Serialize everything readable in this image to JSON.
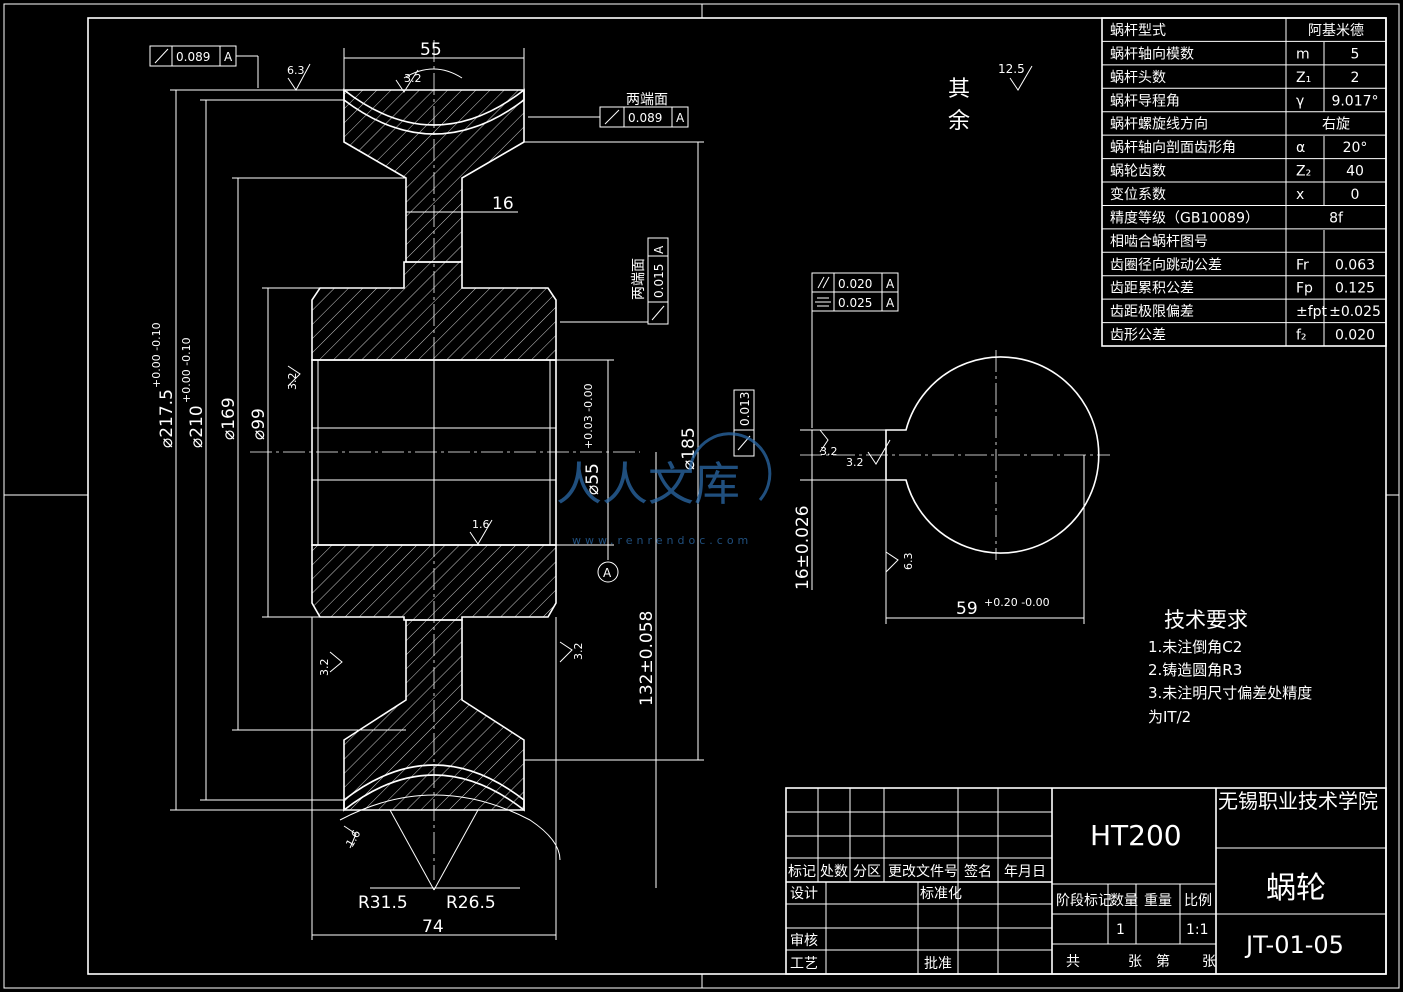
{
  "params": {
    "rows": [
      {
        "name": "蜗杆型式",
        "sym": "",
        "val": "阿基米德"
      },
      {
        "name": "蜗杆轴向模数",
        "sym": "m",
        "val": "5"
      },
      {
        "name": "蜗杆头数",
        "sym": "Z₁",
        "val": "2"
      },
      {
        "name": "蜗杆导程角",
        "sym": "γ",
        "val": "9.017°"
      },
      {
        "name": "蜗杆螺旋线方向",
        "sym": "",
        "val": "右旋"
      },
      {
        "name": "蜗杆轴向剖面齿形角",
        "sym": "α",
        "val": "20°"
      },
      {
        "name": "蜗轮齿数",
        "sym": "Z₂",
        "val": "40"
      },
      {
        "name": "变位系数",
        "sym": "x",
        "val": "0"
      },
      {
        "name": "精度等级（GB10089）",
        "sym": "",
        "val": "8f"
      },
      {
        "name": "相啮合蜗杆图号",
        "sym": "",
        "val": ""
      },
      {
        "name": "齿圈径向跳动公差",
        "sym": "Fr",
        "val": "0.063"
      },
      {
        "name": "齿距累积公差",
        "sym": "Fp",
        "val": "0.125"
      },
      {
        "name": "齿距极限偏差",
        "sym": "±fpt",
        "val": "±0.025"
      },
      {
        "name": "齿形公差",
        "sym": "f₂",
        "val": "0.020"
      }
    ]
  },
  "roughness": {
    "rest_label_1": "其",
    "rest_label_2": "余",
    "rest_value": "12.5",
    "r63": "6.3",
    "r32": "3.2",
    "r16": "1.6"
  },
  "tolerances": {
    "runout_top": "0.089",
    "runout_mid_label": "两端面",
    "runout_mid": "0.089",
    "runout_vert_label": "两端面",
    "runout_vert": "0.015",
    "datum": "A",
    "parallel": "0.020",
    "symmetry": "0.025",
    "cyl": "0.013"
  },
  "dims": {
    "d55_top": "55",
    "d16": "16",
    "d2175": "⌀217.5",
    "d2175_tol": "+0.00 -0.10",
    "d210": "⌀210",
    "d210_tol": "+0.00 -0.10",
    "d169": "⌀169",
    "d99": "⌀99",
    "bore": "⌀55",
    "bore_tol": "+0.03 -0.00",
    "d185": "⌀185",
    "d132": "132±0.058",
    "d16k": "16±0.026",
    "d59": "59",
    "d59_tol": "+0.20 -0.00",
    "r315": "R31.5",
    "r265": "R26.5",
    "d74": "74",
    "datum_a": "A"
  },
  "tech": {
    "title": "技术要求",
    "items": [
      "1.未注倒角C2",
      "2.铸造圆角R3",
      "3.未注明尺寸偏差处精度",
      "为IT/2"
    ]
  },
  "title_block": {
    "material": "HT200",
    "school": "无锡职业技术学院",
    "part_name": "蜗轮",
    "drawing_no": "JT-01-05",
    "h_mark": "标记",
    "h_count": "处数",
    "h_zone": "分区",
    "h_doc": "更改文件号",
    "h_sign": "签名",
    "h_date": "年月日",
    "design": "设计",
    "standard": "标准化",
    "stage": "阶段标记",
    "qty": "数量",
    "weight": "重量",
    "scale": "比例",
    "qty_val": "1",
    "scale_val": "1:1",
    "review": "审核",
    "process": "工艺",
    "approve": "批准",
    "total": "共",
    "sheets": "张",
    "no": "第",
    "sheet": "张"
  },
  "watermark": {
    "text": "人人文库",
    "url": "www.renrendoc.com"
  }
}
